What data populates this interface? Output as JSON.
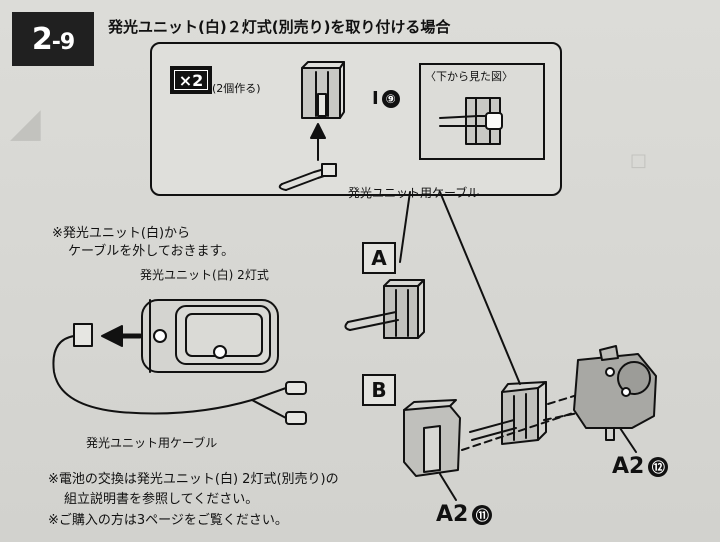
{
  "step": {
    "major": "2",
    "minor": "-9"
  },
  "title": "発光ユニット(白)２灯式(別売り)を取り付ける場合",
  "callout": {
    "multiplier": "×2",
    "make_two": "(2個作る)",
    "part_ref": "⑨",
    "inset_title": "〈下から見た図〉",
    "cable_label": "発光ユニット用ケーブル"
  },
  "note_remove": {
    "line1": "※発光ユニット(白)から",
    "line2": "ケーブルを外しておきます。"
  },
  "unit_label": "発光ユニット(白) 2灯式",
  "cable_label_lower": "発光ユニット用ケーブル",
  "variants": {
    "a": "A",
    "b": "B"
  },
  "parts": {
    "a2_11": {
      "name": "A2",
      "num": "⑪"
    },
    "a2_12": {
      "name": "A2",
      "num": "⑫"
    }
  },
  "footer_notes": {
    "battery_line1": "※電池の交換は発光ユニット(白) 2灯式(別売り)の",
    "battery_line2": "組立説明書を参照してください。",
    "purchase": "※ご購入の方は3ページをご覧ください。"
  },
  "colors": {
    "ink": "#111111",
    "paper": "#d6d6d2",
    "badge": "#202020",
    "part_fill": "#bdbdb9"
  },
  "icons": [
    "arrow-left-icon",
    "arrow-up-icon",
    "circled-number-icon"
  ]
}
